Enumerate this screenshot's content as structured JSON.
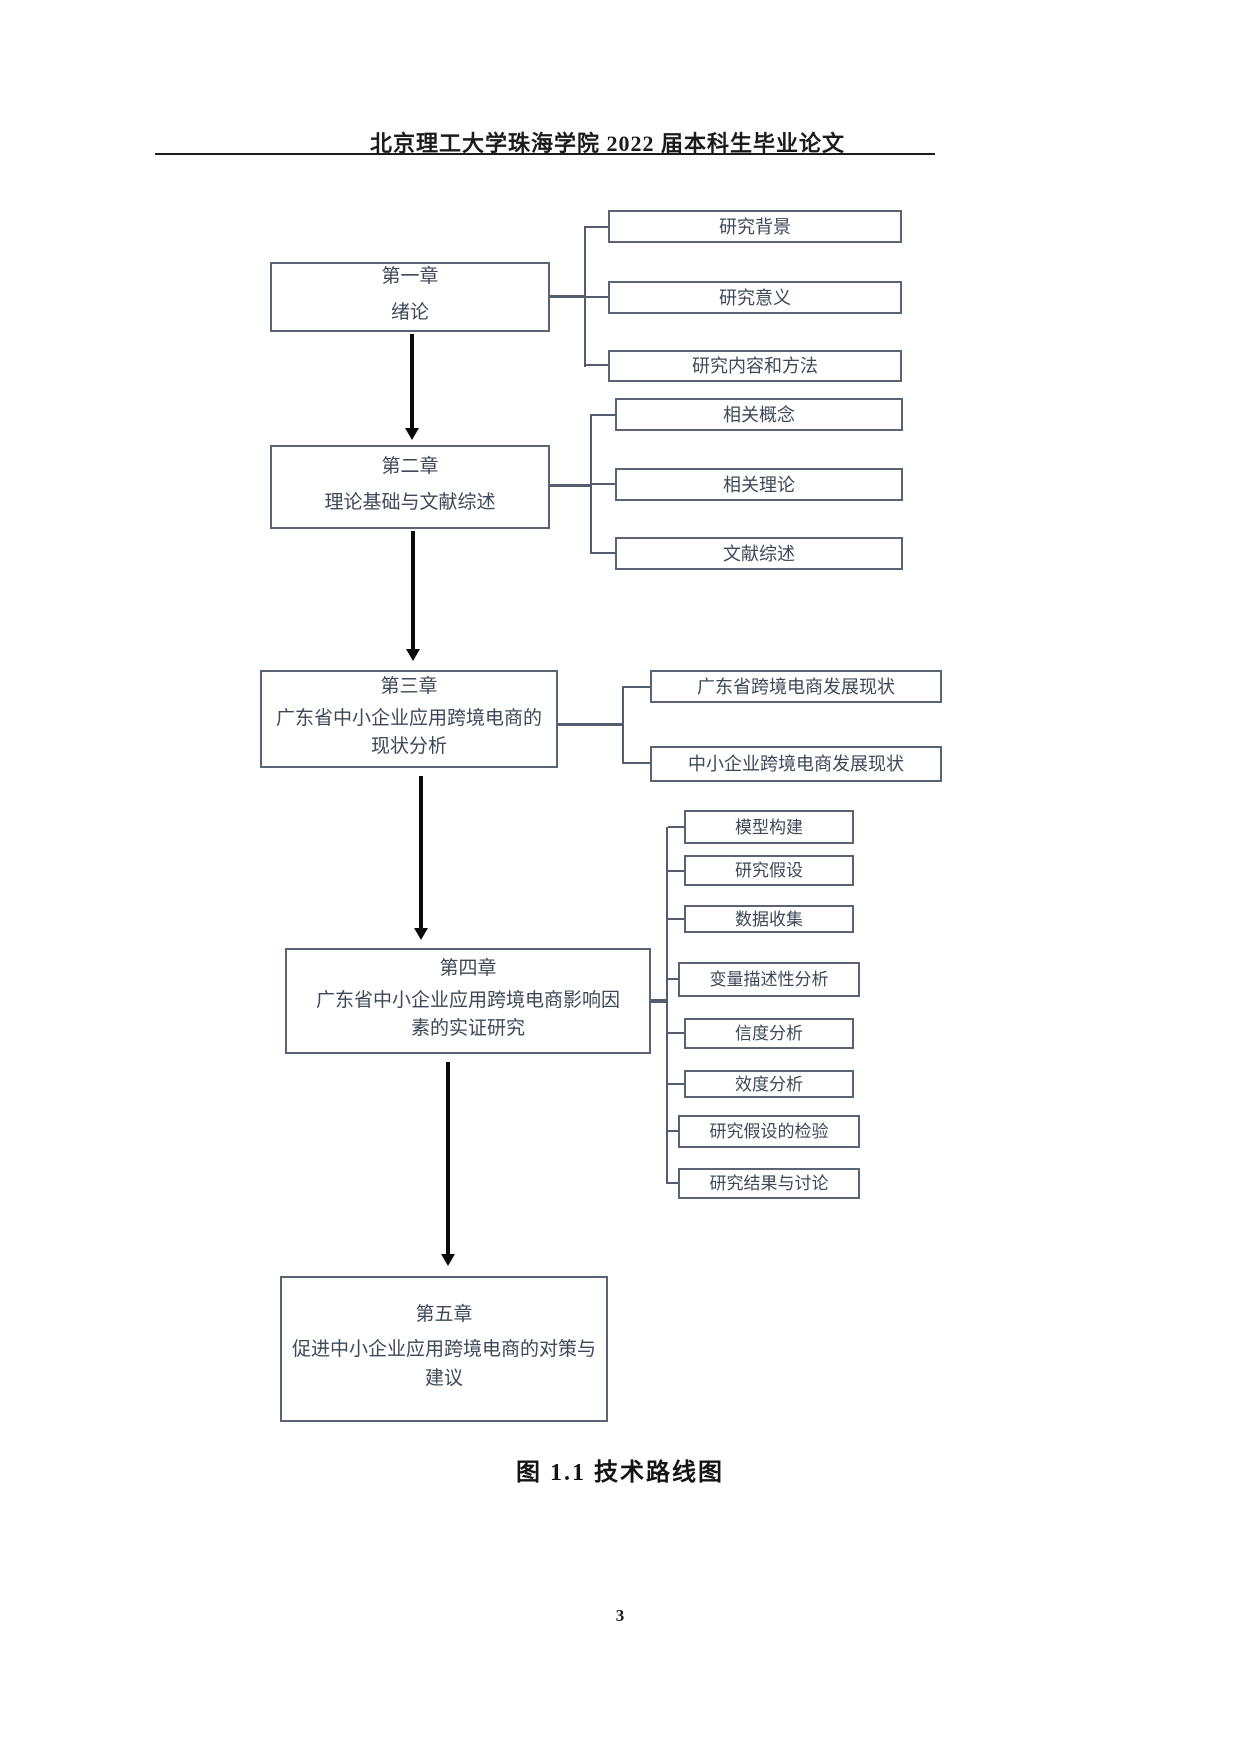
{
  "header": {
    "title": "北京理工大学珠海学院 2022 届本科生毕业论文"
  },
  "diagram": {
    "chapters": [
      {
        "title": "第一章",
        "subtitle": "绪论",
        "children": [
          "研究背景",
          "研究意义",
          "研究内容和方法"
        ]
      },
      {
        "title": "第二章",
        "subtitle": "理论基础与文献综述",
        "children": [
          "相关概念",
          "相关理论",
          "文献综述"
        ]
      },
      {
        "title": "第三章",
        "subtitle": "广东省中小企业应用跨境电商的现状分析",
        "children": [
          "广东省跨境电商发展现状",
          "中小企业跨境电商发展现状"
        ]
      },
      {
        "title": "第四章",
        "subtitle": "广东省中小企业应用跨境电商影响因素的实证研究",
        "children": [
          "模型构建",
          "研究假设",
          "数据收集",
          "变量描述性分析",
          "信度分析",
          "效度分析",
          "研究假设的检验",
          "研究结果与讨论"
        ]
      },
      {
        "title": "第五章",
        "subtitle": "促进中小企业应用跨境电商的对策与建议",
        "children": []
      }
    ],
    "caption": "图 1.1 技术路线图"
  },
  "footer": {
    "page_number": "3"
  },
  "colors": {
    "box_border": "#5a6474",
    "box_text": "#3e4858",
    "arrow": "#0a0a0a"
  }
}
